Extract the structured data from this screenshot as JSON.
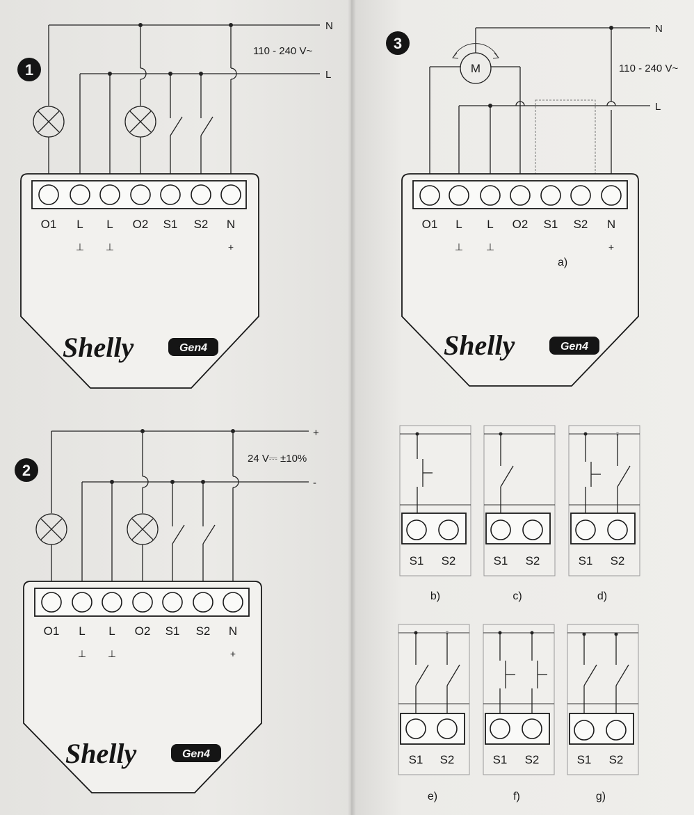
{
  "diagram1": {
    "number": "1",
    "supply_top": "N",
    "supply_bottom": "L",
    "voltage": "110 - 240 V~",
    "terminals": [
      "O1",
      "L",
      "L",
      "O2",
      "S1",
      "S2",
      "N"
    ],
    "polarity": [
      "",
      "⊥",
      "⊥",
      "",
      "",
      "",
      "+"
    ],
    "brand": "Shelly",
    "badge": "Gen4"
  },
  "diagram2": {
    "number": "2",
    "supply_top": "+",
    "supply_bottom": "-",
    "voltage": "24 V⎓ ±10%",
    "terminals": [
      "O1",
      "L",
      "L",
      "O2",
      "S1",
      "S2",
      "N"
    ],
    "polarity": [
      "",
      "⊥",
      "⊥",
      "",
      "",
      "",
      "+"
    ],
    "brand": "Shelly",
    "badge": "Gen4"
  },
  "diagram3": {
    "number": "3",
    "supply_top": "N",
    "supply_bottom": "L",
    "voltage": "110 - 240 V~",
    "motor": "M",
    "terminals": [
      "O1",
      "L",
      "L",
      "O2",
      "S1",
      "S2",
      "N"
    ],
    "polarity": [
      "",
      "⊥",
      "⊥",
      "",
      "",
      "",
      "+"
    ],
    "callout": "a)",
    "brand": "Shelly",
    "badge": "Gen4"
  },
  "switch_variants": [
    {
      "label": "b)",
      "s1": "S1",
      "s2": "S2"
    },
    {
      "label": "c)",
      "s1": "S1",
      "s2": "S2"
    },
    {
      "label": "d)",
      "s1": "S1",
      "s2": "S2"
    },
    {
      "label": "e)",
      "s1": "S1",
      "s2": "S2"
    },
    {
      "label": "f)",
      "s1": "S1",
      "s2": "S2"
    },
    {
      "label": "g)",
      "s1": "S1",
      "s2": "S2"
    }
  ]
}
